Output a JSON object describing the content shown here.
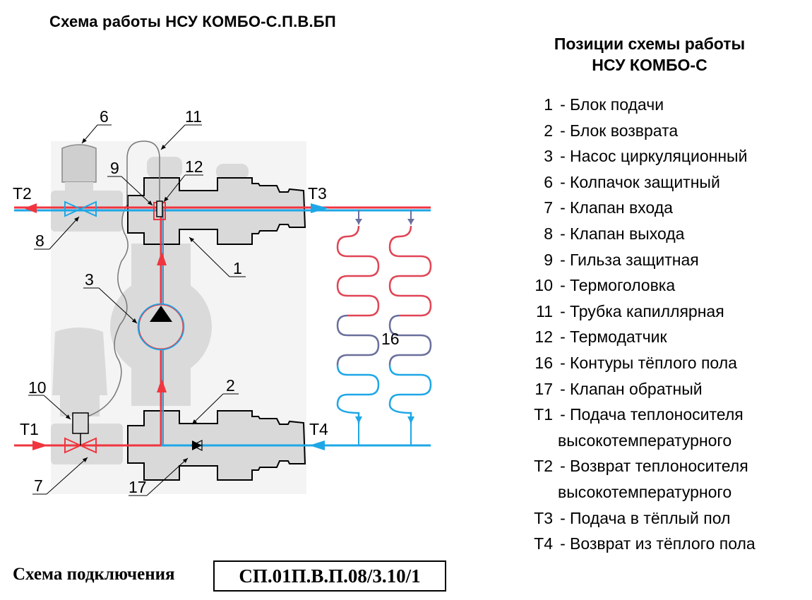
{
  "title": "Схема работы НСУ КОМБО-С.П.В.БП",
  "legend": {
    "title_line1": "Позиции схемы работы",
    "title_line2": "НСУ КОМБО-С",
    "items": [
      {
        "num": "1",
        "text": "Блок подачи"
      },
      {
        "num": "2",
        "text": "Блок возврата"
      },
      {
        "num": "3",
        "text": "Насос циркуляционный"
      },
      {
        "num": "6",
        "text": "Колпачок защитный"
      },
      {
        "num": "7",
        "text": "Клапан входа"
      },
      {
        "num": "8",
        "text": "Клапан выхода"
      },
      {
        "num": "9",
        "text": "Гильза защитная"
      },
      {
        "num": "10",
        "text": "Термоголовка"
      },
      {
        "num": "11",
        "text": "Трубка капиллярная"
      },
      {
        "num": "12",
        "text": "Термодатчик"
      },
      {
        "num": "16",
        "text": "Контуры тёплого пола"
      },
      {
        "num": "17",
        "text": "Клапан обратный"
      },
      {
        "num": "Т1",
        "text": "Подача теплоносителя",
        "cont": "высокотемпературного"
      },
      {
        "num": "Т2",
        "text": "Возврат теплоносителя",
        "cont": "высокотемпературного"
      },
      {
        "num": "Т3",
        "text": "Подача в тёплый пол"
      },
      {
        "num": "Т4",
        "text": "Возврат из тёплого пола"
      }
    ]
  },
  "diagram": {
    "labels": {
      "n1": "1",
      "n2": "2",
      "n3": "3",
      "n6": "6",
      "n7": "7",
      "n8": "8",
      "n9": "9",
      "n10": "10",
      "n11": "11",
      "n12": "12",
      "n16": "16",
      "n17": "17",
      "t1": "Т1",
      "t2": "Т2",
      "t3": "Т3",
      "t4": "Т4"
    },
    "colors": {
      "hot": "#f0353f",
      "cold": "#1ea7e6",
      "body": "#d9d9d9",
      "ghost": "#ececec",
      "mixed": "#6a6f9c"
    }
  },
  "footer": {
    "label": "Схема подключения",
    "code": "СП.01П.В.П.08/3.10/1"
  }
}
